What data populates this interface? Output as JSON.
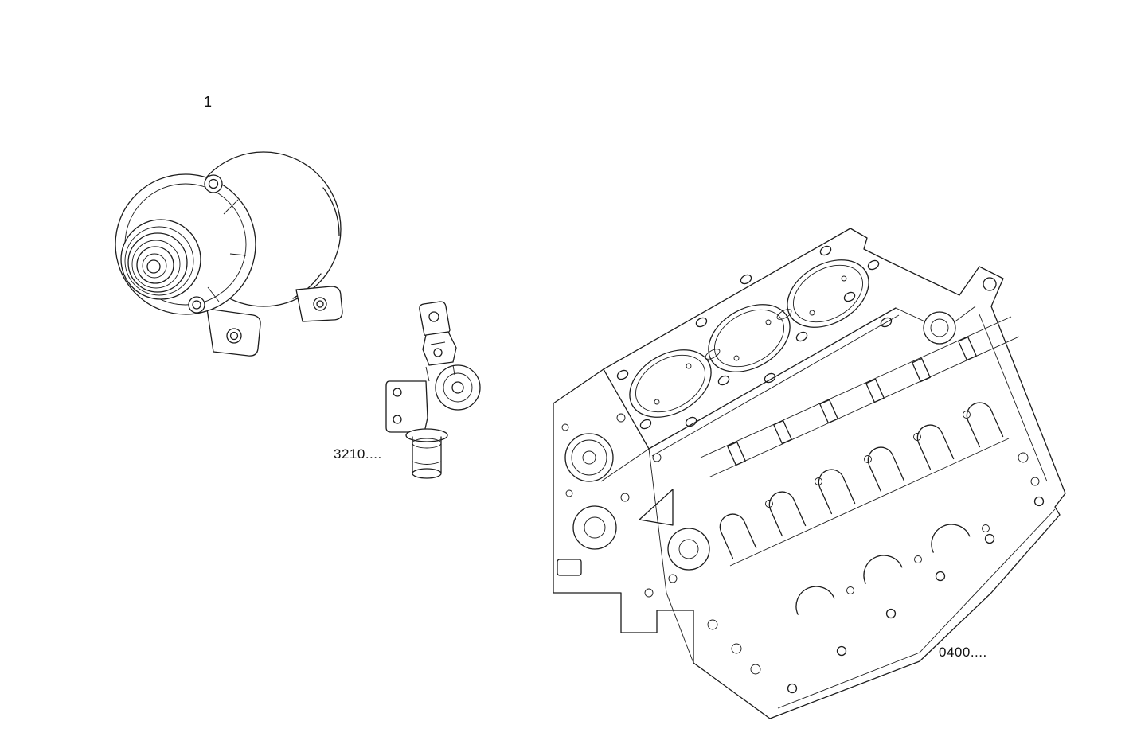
{
  "diagram": {
    "background_color": "#ffffff",
    "line_color": "#1c1c1c",
    "parts": [
      {
        "id": "alternator",
        "ref_label": "1"
      },
      {
        "id": "water-connection",
        "ref_label": "3210...."
      },
      {
        "id": "engine-block",
        "ref_label": "0400...."
      }
    ]
  }
}
